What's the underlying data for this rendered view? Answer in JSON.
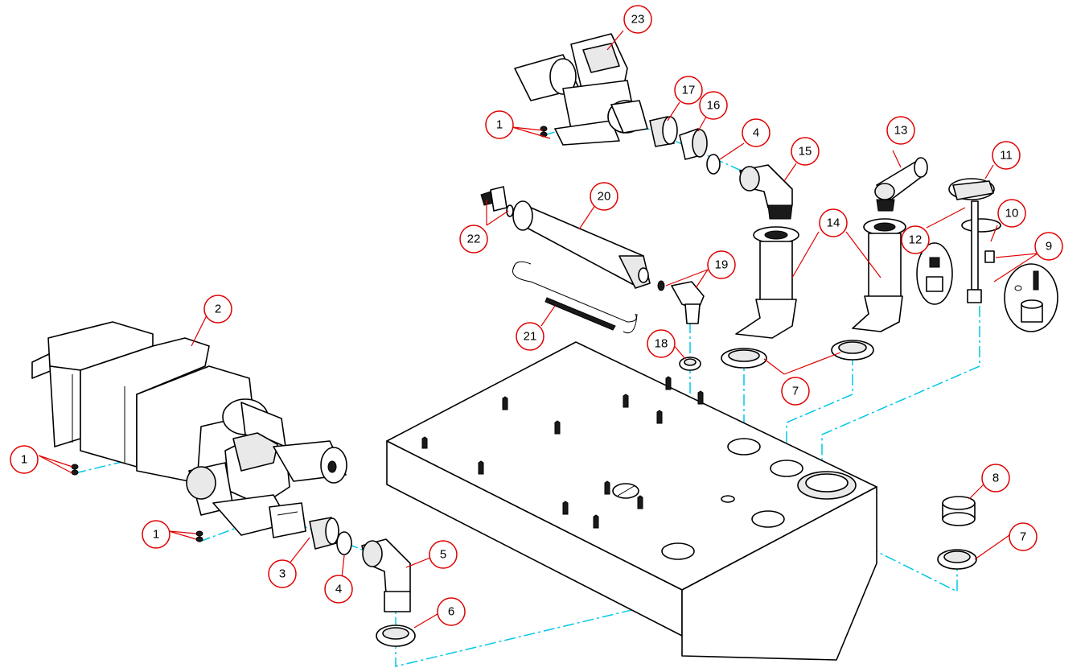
{
  "callouts": [
    {
      "id": "c23",
      "label": "23"
    },
    {
      "id": "c1a",
      "label": "1"
    },
    {
      "id": "c17",
      "label": "17"
    },
    {
      "id": "c16",
      "label": "16"
    },
    {
      "id": "c4a",
      "label": "4"
    },
    {
      "id": "c13",
      "label": "13"
    },
    {
      "id": "c15",
      "label": "15"
    },
    {
      "id": "c11",
      "label": "11"
    },
    {
      "id": "c20",
      "label": "20"
    },
    {
      "id": "c14",
      "label": "14"
    },
    {
      "id": "c12",
      "label": "12"
    },
    {
      "id": "c10",
      "label": "10"
    },
    {
      "id": "c22",
      "label": "22"
    },
    {
      "id": "c9",
      "label": "9"
    },
    {
      "id": "c19",
      "label": "19"
    },
    {
      "id": "c2",
      "label": "2"
    },
    {
      "id": "c21",
      "label": "21"
    },
    {
      "id": "c18",
      "label": "18"
    },
    {
      "id": "c7a",
      "label": "7"
    },
    {
      "id": "c1b",
      "label": "1"
    },
    {
      "id": "c8",
      "label": "8"
    },
    {
      "id": "c1c",
      "label": "1"
    },
    {
      "id": "c7b",
      "label": "7"
    },
    {
      "id": "c5",
      "label": "5"
    },
    {
      "id": "c3",
      "label": "3"
    },
    {
      "id": "c4b",
      "label": "4"
    },
    {
      "id": "c6",
      "label": "6"
    }
  ],
  "colors": {
    "callout_stroke": "#e00000",
    "centerline": "#00c8e6",
    "line": "#000000"
  }
}
